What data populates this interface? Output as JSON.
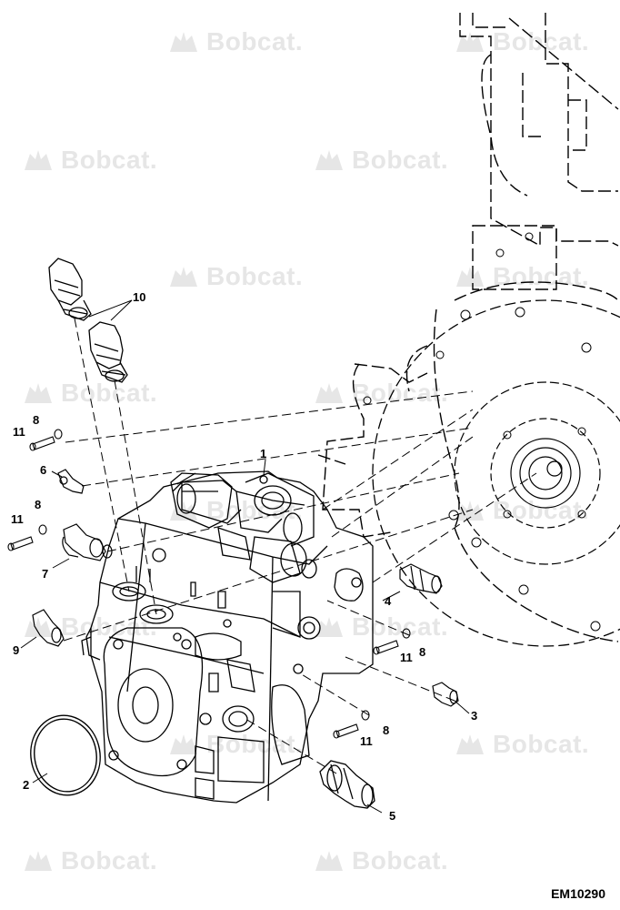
{
  "watermark": {
    "text": "Bobcat."
  },
  "callouts": [
    "1",
    "2",
    "3",
    "4",
    "5",
    "6",
    "7",
    "8",
    "9",
    "10",
    "11"
  ],
  "figure_ref": "EM10290",
  "colors": {
    "line": "#000000",
    "watermark": "#e6e6e6"
  }
}
